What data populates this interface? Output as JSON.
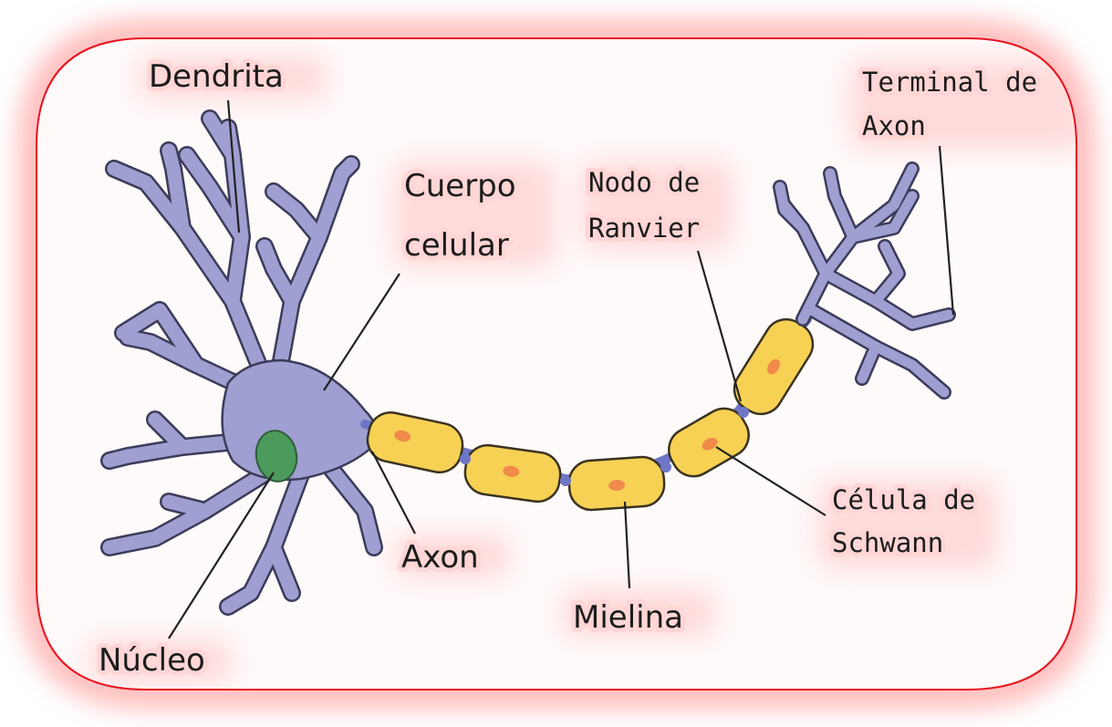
{
  "diagram": {
    "colors": {
      "frame": "#e8141e",
      "glow": "#ffb3b3",
      "neuron_body": "#9f9fd2",
      "nucleus": "#4c9a5c",
      "myelin": "#f7d154",
      "schwann_nucleus": "#f08a4b",
      "node": "#6e76c7"
    },
    "labels": {
      "dendrite": "Dendrita",
      "cell_body_line1": "Cuerpo",
      "cell_body_line2": "celular",
      "node_line1": "Nodo de",
      "node_line2": "Ranvier",
      "terminal_line1": "Terminal de",
      "terminal_line2": "Axon",
      "axon": "Axon",
      "nucleus": "Núcleo",
      "myelin": "Mielina",
      "schwann_line1": "Célula de",
      "schwann_line2": "Schwann"
    }
  }
}
